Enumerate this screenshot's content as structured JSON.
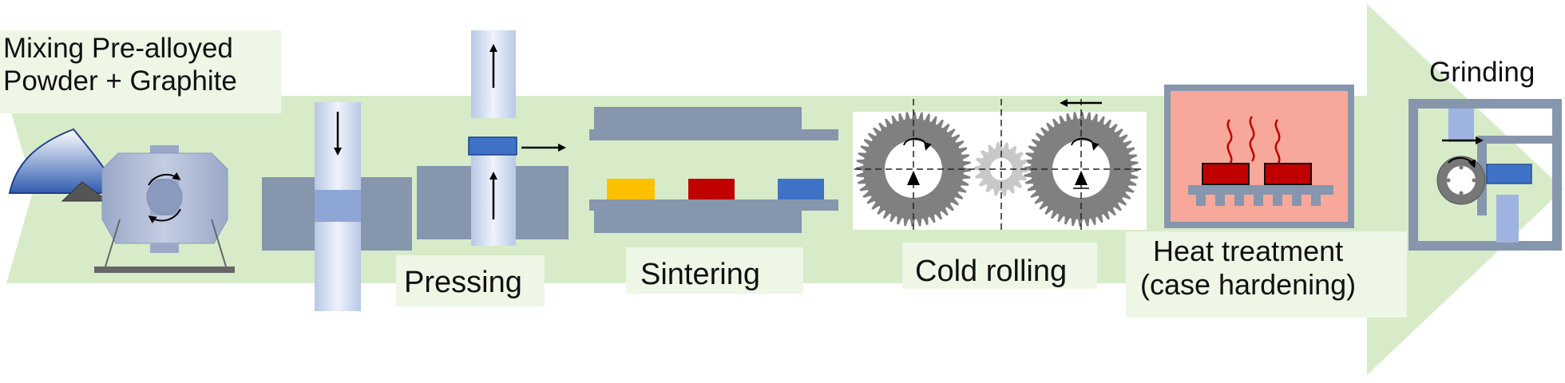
{
  "stages": {
    "mixing": {
      "line1": "Mixing Pre-alloyed",
      "line2": "Powder + Graphite"
    },
    "pressing": {
      "label": "Pressing"
    },
    "sintering": {
      "label": "Sintering"
    },
    "cold_rolling": {
      "label": "Cold rolling"
    },
    "heat_treatment": {
      "line1": "Heat treatment",
      "line2": "(case hardening)"
    },
    "grinding": {
      "label": "Grinding"
    }
  },
  "colors": {
    "flow_arrow": "#d7ebc9",
    "label_background": "#eef6e6",
    "machine_steel": "#8696ad",
    "punch_light": "#c9d6ec",
    "part_blue": "#3f72c6",
    "part_yellow": "#ffc000",
    "part_red": "#c00000",
    "gear_grey": "#808080",
    "furnace_fill": "#f7a89a",
    "flame_red": "#c00000"
  }
}
